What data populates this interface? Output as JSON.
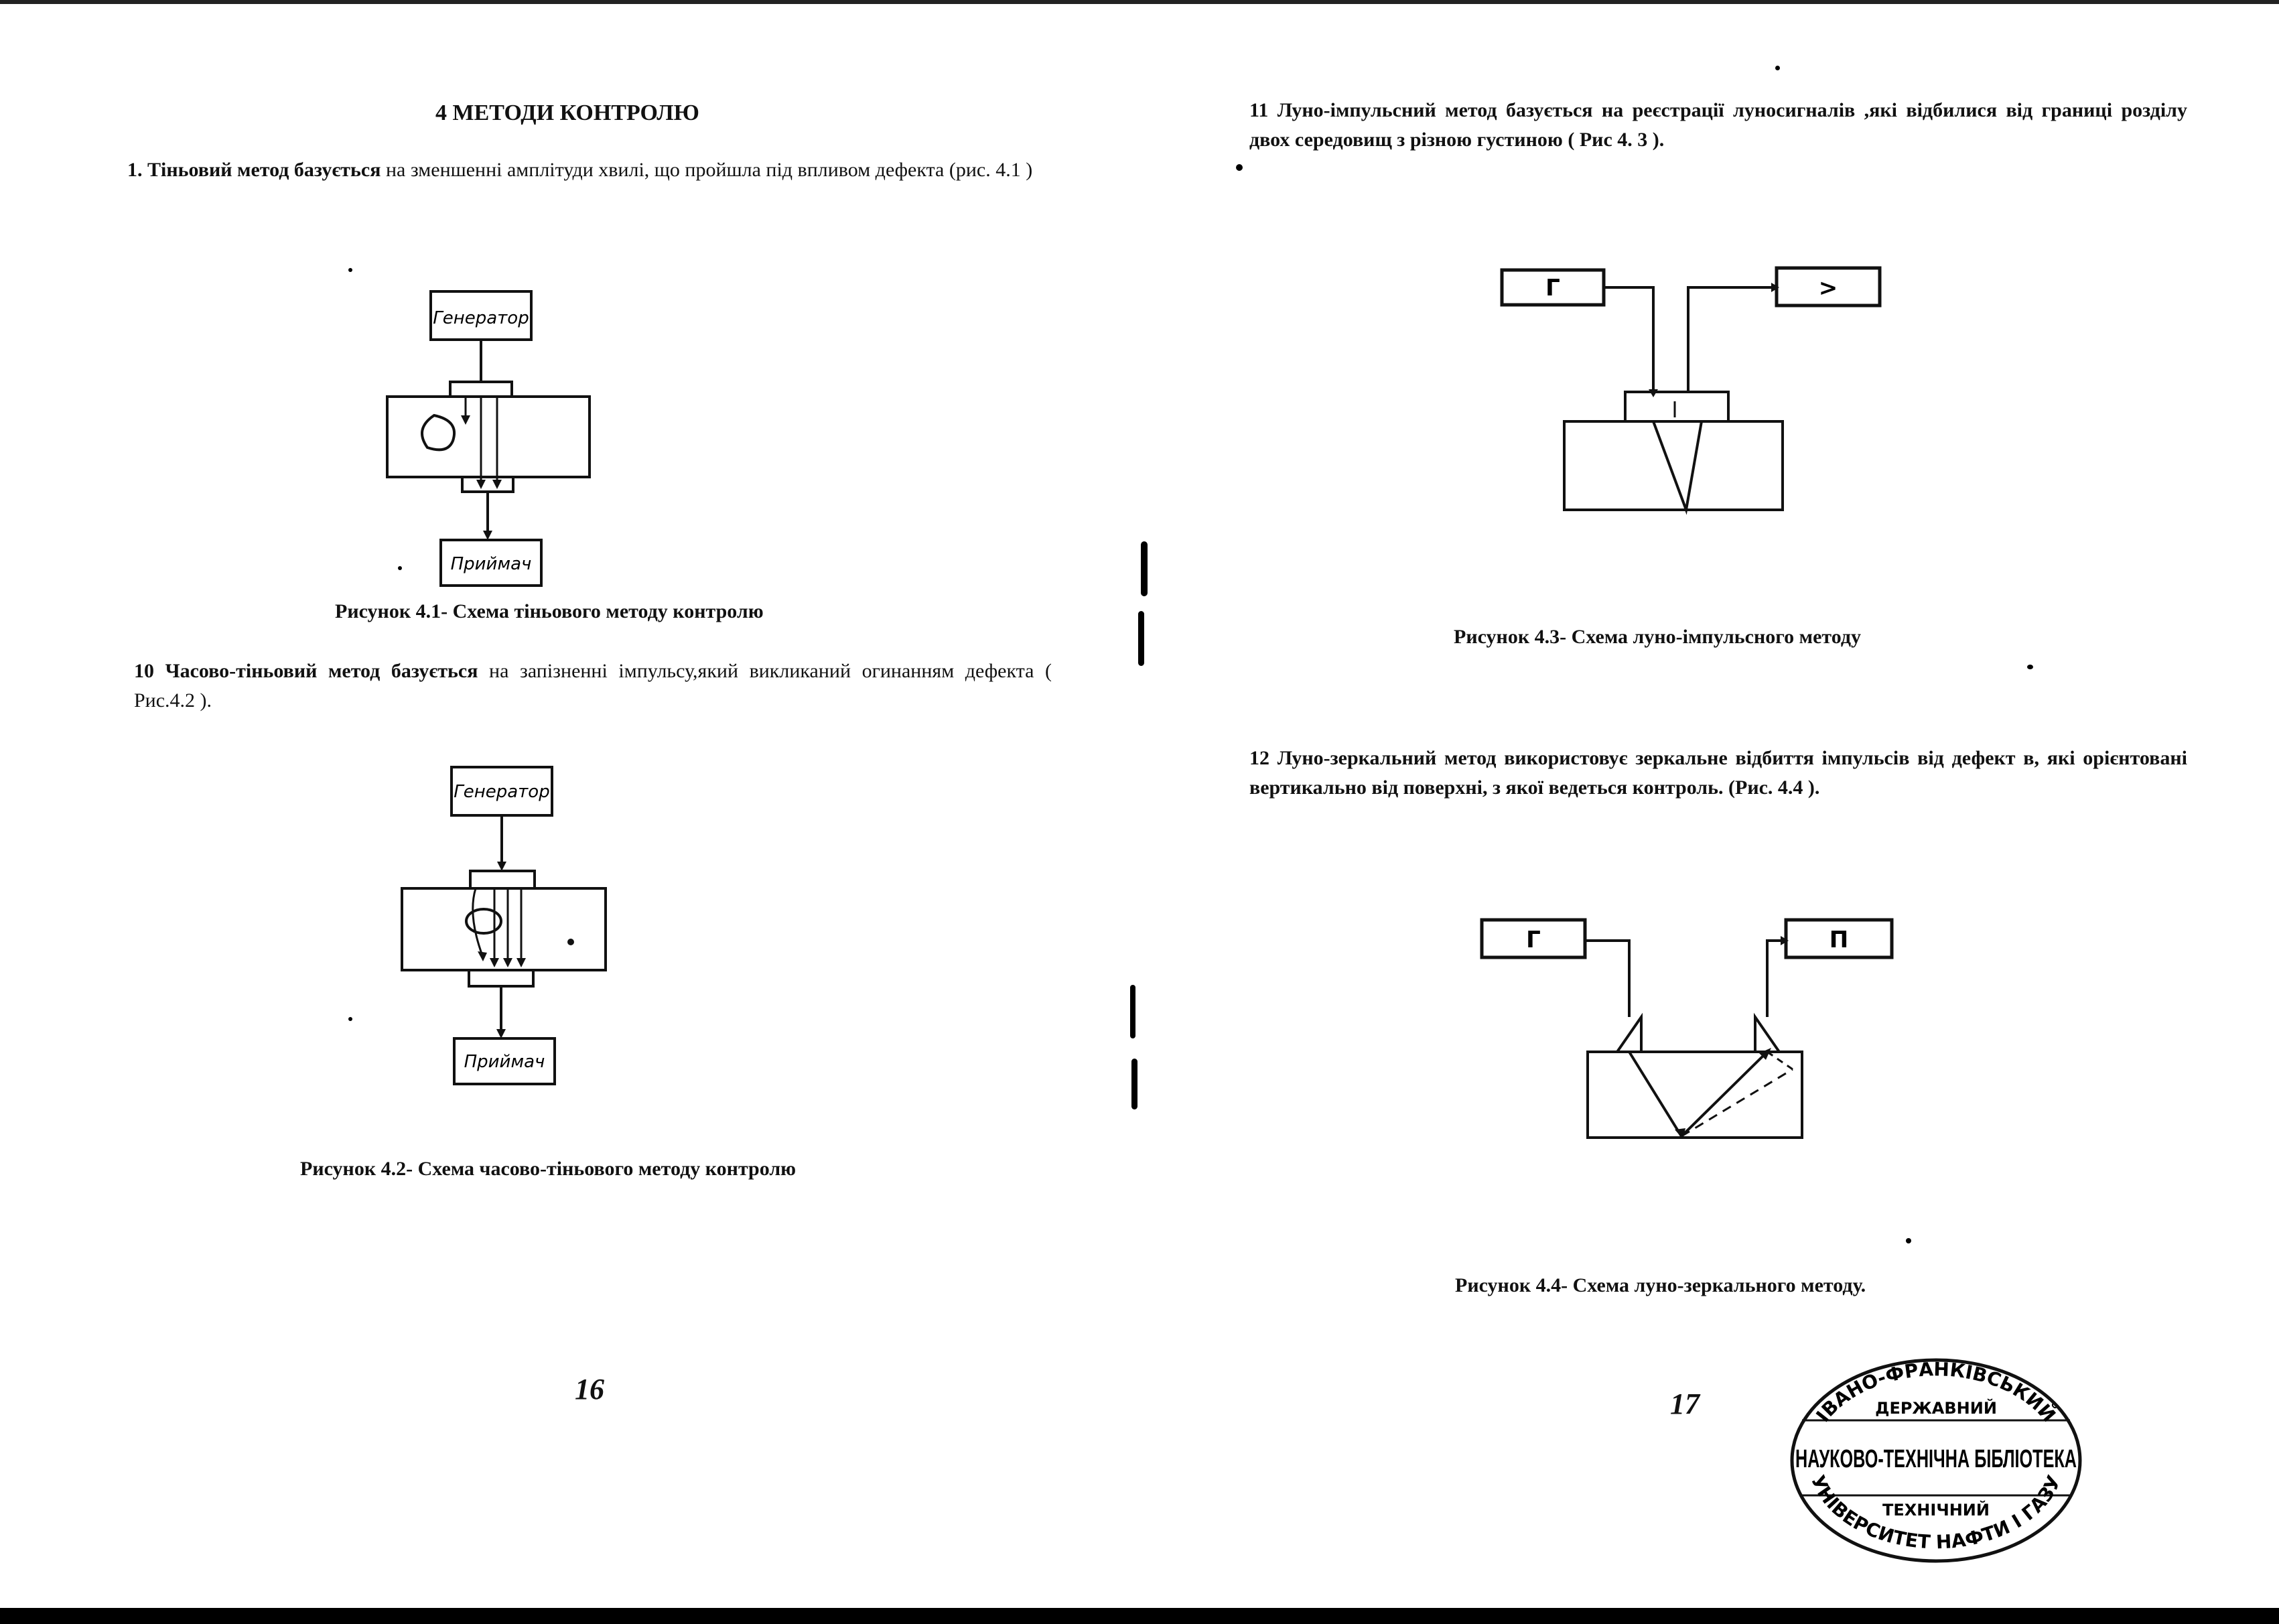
{
  "left": {
    "title": "4 МЕТОДИ КОНТРОЛЮ",
    "p1_lead": "1. Тіньовий метод базується",
    "p1_text": " на зменшенні амплітуди хвилі, що пройшла під впливом дефекта (рис. 4.1 )",
    "fig1": {
      "top_box": "Генератор",
      "bottom_box": "Приймач"
    },
    "cap1": "Рисунок 4.1- Схема тіньового методу контролю",
    "p2_lead": "10 Часово-тіньовий метод базується",
    "p2_text": " на запізненні імпульсу,який викликаний огинанням дефекта ( Рис.4.2 ).",
    "fig2": {
      "top_box": "Генератор",
      "bottom_box": "Приймач"
    },
    "cap2": "Рисунок 4.2- Схема часово-тіньового методу контролю",
    "page_number": "16"
  },
  "right": {
    "p3": "11 Луно-імпульсний метод базується на реєстрації луносигналів ,які відбилися від границі розділу двох середовищ з різною густиною ( Рис 4. 3 ).",
    "fig3": {
      "left_box": "Г",
      "right_box": ">"
    },
    "cap3": "Рисунок 4.3- Схема луно-імпульсного методу",
    "p4": "12 Луно-зеркальний метод використовує зеркальне відбиття імпульсів від дефект в, які орієнтовані вертикально від поверхні, з якої ведеться контроль. (Рис. 4.4 ).",
    "fig4": {
      "left_box": "Г",
      "right_box": "П"
    },
    "cap4": "Рисунок 4.4- Схема луно-зеркального методу.",
    "page_number": "17",
    "stamp": {
      "top_arc": "ІВАНО-ФРАНКІВСЬКИЙ",
      "line1": "ДЕРЖАВНИЙ",
      "center": "НАУКОВО-ТЕХНІЧНА БІБЛІОТЕКА",
      "line2": "ТЕХНІЧНИЙ",
      "bottom_arc": "УНІВЕРСИТЕТ НАФТИ І ГАЗУ"
    }
  }
}
